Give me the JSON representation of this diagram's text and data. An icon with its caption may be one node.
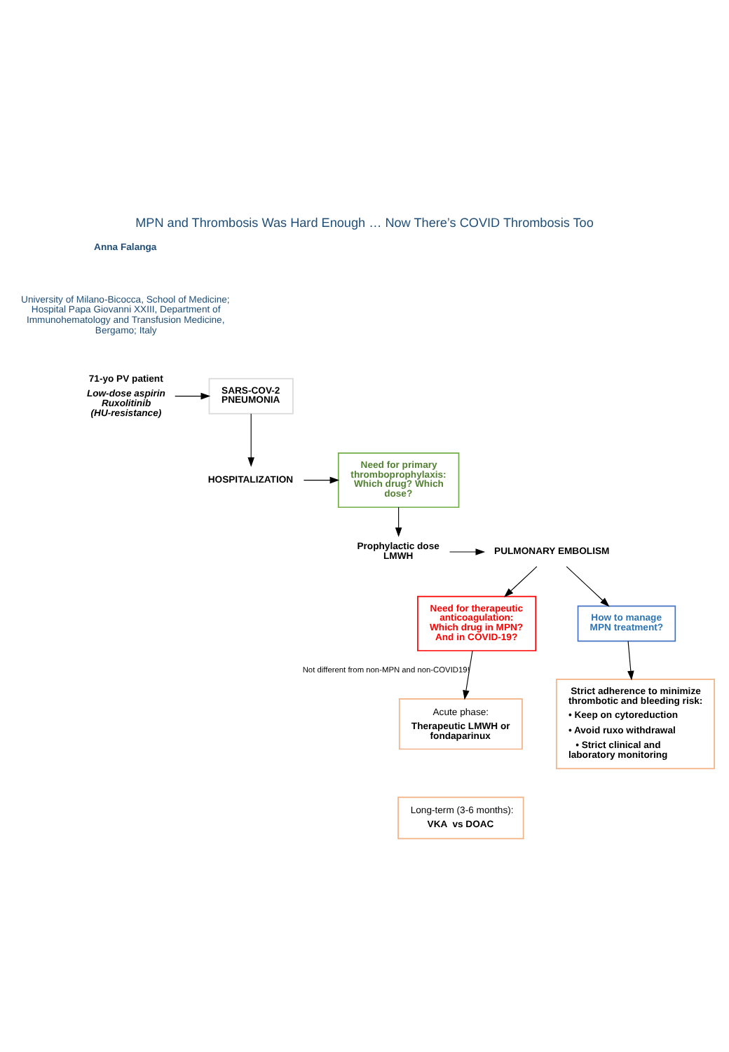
{
  "diagram": {
    "title": "MPN and Thrombosis Was Hard Enough … Now There’s COVID Thrombosis Too",
    "nodes": [
      {
        "text": [
          "71-yo PV patient"
        ],
        "beside": [
          "Low-dose aspirin Ruxolitinib (HU-resistance)"
        ]
      },
      {
        "text": [
          "SARS-COV-2 PNEUMONIA"
        ]
      },
      {
        "text": [
          "HOSPITALIZATION"
        ]
      },
      {
        "text": [
          "Need for primary thromboprophylaxis: Which drug? Which dose?"
        ]
      },
      {
        "text": [
          "Prophylactic dose LMWH"
        ]
      },
      {
        "text": [
          "PULMONARY EMBOLISM"
        ]
      },
      {
        "text": [
          "Need for therapeutic anticoagulation: Which drug in MPN? And in COVID-19?"
        ]
      },
      {
        "text": [
          "How to manage MPN treatment?"
        ]
      },
      {
        "text": [
          "Acute phase:",
          "Therapeutic LMWH or fondaparinux"
        ]
      },
      {
        "text": [
          "Long-term (3-6 months):",
          "VKA  vs DOAC"
        ]
      },
      {
        "text": [
          "Strict adherence to minimize thrombotic and bleeding risk:",
          "• Keep on cytoreduction",
          "• Avoid ruxo withdrawal",
          "• Strict clinical and laboratory monitoring"
        ]
      }
    ],
    "edges": [
      {
        "from": 0,
        "to": 1,
        "arrow": "to"
      },
      {
        "from": 1,
        "to": 2,
        "arrow": "to"
      },
      {
        "from": 2,
        "to": 3,
        "arrow": "to"
      },
      {
        "from": 3,
        "to": 4,
        "arrow": "to"
      },
      {
        "from": 4,
        "to": 5,
        "arrow": "to"
      },
      {
        "from": 5,
        "to": 6,
        "arrow": "to"
      },
      {
        "from": 5,
        "to": 7,
        "arrow": "to"
      },
      {
        "from": 6,
        "to": 8,
        "arrow": "to",
        "label": "Not different from non-MPN and non-COVID19!"
      },
      {
        "from": 7,
        "to": 10,
        "arrow": "to"
      }
    ],
    "labels": [
      "Anna Falanga",
      "University of Milano-Bicocca, School of Medicine; Hospital Papa Giovanni XXIII, Department of Immunohematology and Transfusion Medicine, Bergamo; Italy"
    ]
  }
}
